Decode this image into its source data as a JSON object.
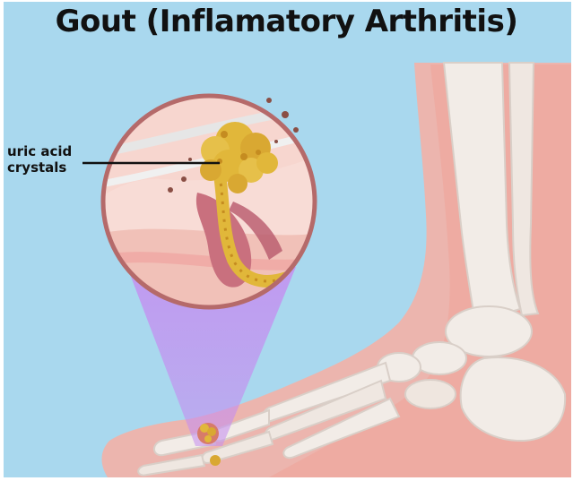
{
  "title": "Gout (Inflamatory Arthritis)",
  "callout": {
    "line1": "uric acid",
    "line2": "crystals"
  },
  "colors": {
    "background": "#a9d8ee",
    "skin": "#f3b1a6",
    "bone": "#f2ece7",
    "crystal": "#e1b73a",
    "magnifier_beam": "#c58df0",
    "lens_border": "#b56a6a"
  }
}
